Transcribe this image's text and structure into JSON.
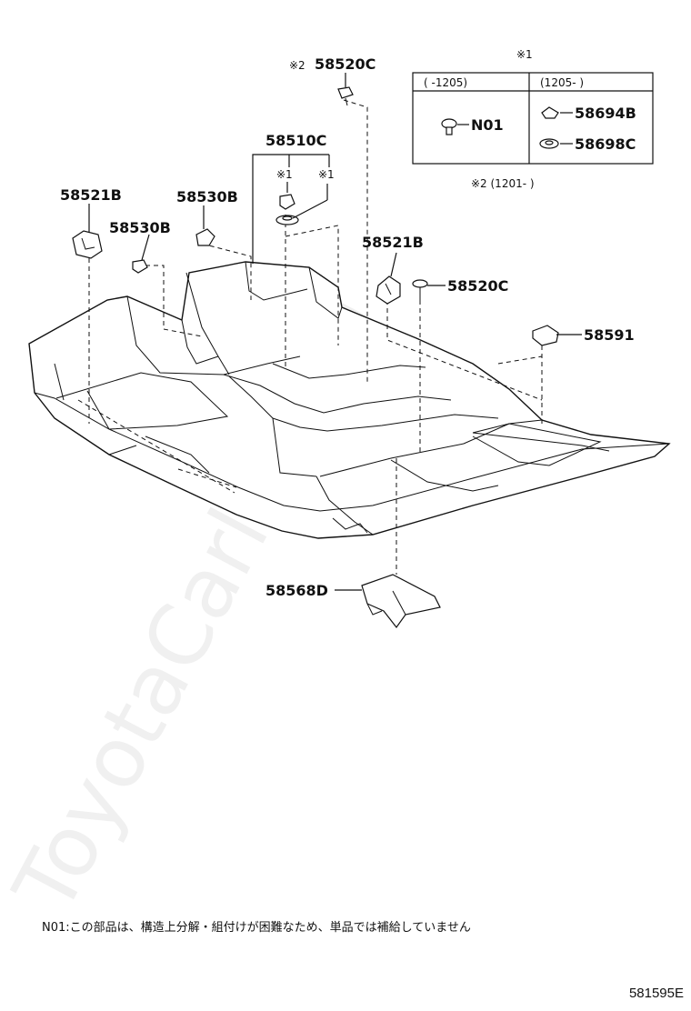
{
  "labels": {
    "p58520C_top": "58520C",
    "p58510C": "58510C",
    "p58521B_left": "58521B",
    "p58530B_upper": "58530B",
    "p58530B_lower": "58530B",
    "p58521B_right": "58521B",
    "p58520C_right": "58520C",
    "p58591": "58591",
    "p58568D": "58568D"
  },
  "symbols": {
    "note2_top": "※2",
    "note1_left": "※1",
    "note1_right": "※1"
  },
  "table": {
    "note": "※1",
    "col_left_header": "(      -1205)",
    "col_right_header": "(1205-      )",
    "n01": "N01",
    "p58694B": "58694B",
    "p58698C": "58698C",
    "footer_note": "※2 (1201-        )"
  },
  "watermark": "ToyotaCarline.ru",
  "footnote": "N01:この部品は、構造上分解・組付けが困難なため、単品では補給していません",
  "catalog_code": "581595E"
}
